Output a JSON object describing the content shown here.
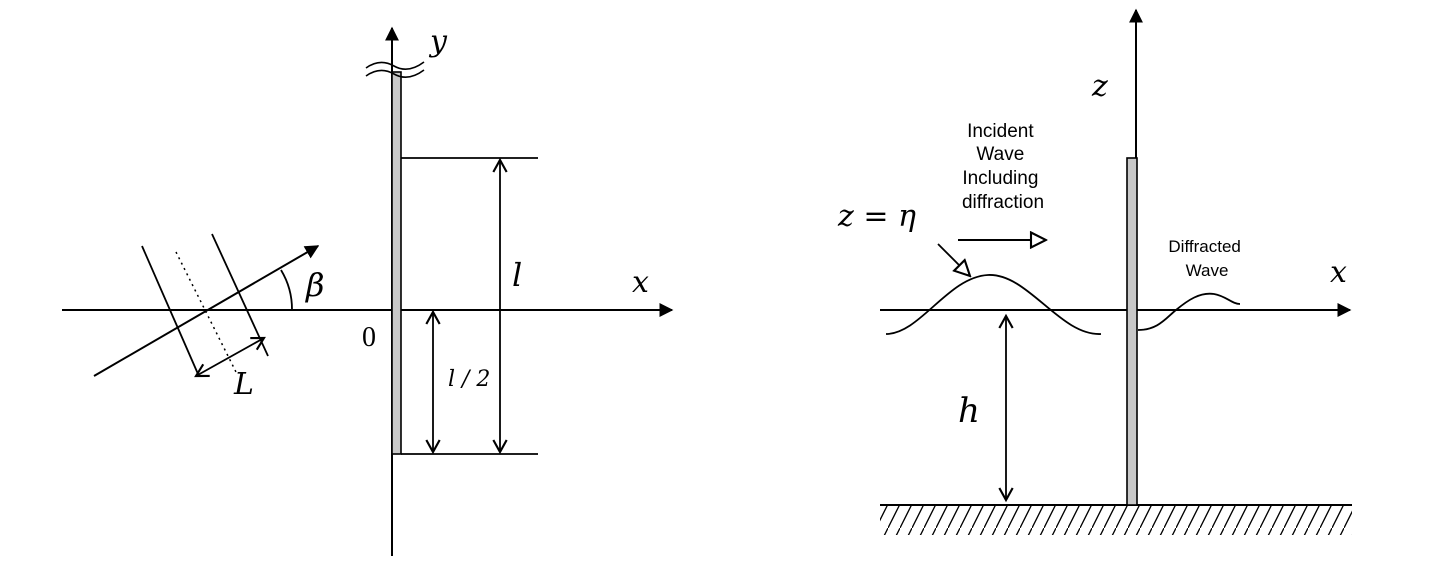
{
  "plan_view": {
    "x_axis_label": "x",
    "y_axis_label": "y",
    "origin_label": "0",
    "angle_label": "β",
    "wavelength_label": "L",
    "breakwater_length_label": "l",
    "half_length_label": "l / 2"
  },
  "elevation_view": {
    "z_axis_label": "z",
    "x_axis_label": "x",
    "depth_label": "h",
    "surface_label": "z = η",
    "incident_label_lines": [
      "Incident",
      "Wave",
      "Including",
      "diffraction"
    ],
    "diffracted_label_lines": [
      "Diffracted",
      "Wave"
    ]
  },
  "colors": {
    "ink": "#000000",
    "wall_fill": "#c8c8c8",
    "background": "#ffffff"
  }
}
